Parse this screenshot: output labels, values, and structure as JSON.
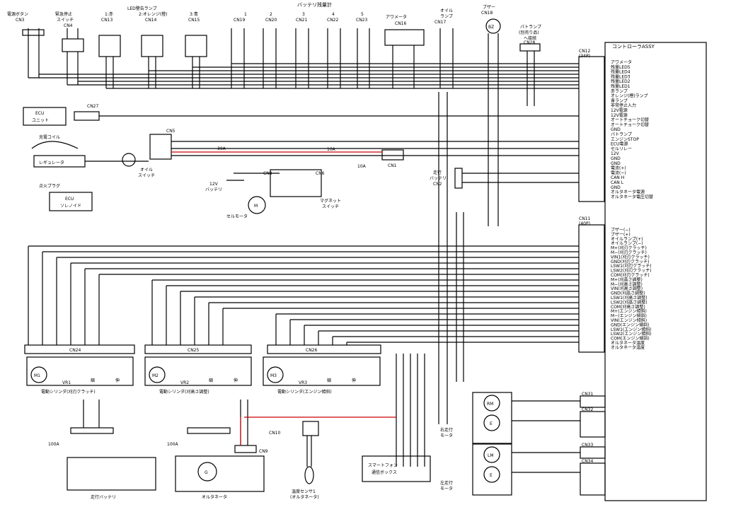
{
  "title": "バッテリ残量計",
  "top_labels": {
    "power_button": "電源ボタン",
    "cn3": "CN3",
    "estop": "緊急停止",
    "estop2": "スイッチ",
    "cn4": "CN4",
    "led_lamp": "LED警告ランプ",
    "led1": "1:赤",
    "led2": "2:オレンジ(橙)",
    "led3": "3:青",
    "cn13": "CN13",
    "cn14": "CN14",
    "cn15": "CN15",
    "b1": "1",
    "b2": "2",
    "b3": "3",
    "b4": "4",
    "b5": "5",
    "cn19": "CN19",
    "cn20": "CN20",
    "cn21": "CN21",
    "cn22": "CN22",
    "cn23": "CN23",
    "hour_meter": "アワメータ",
    "cn16": "CN16",
    "oil_lamp1": "オイル",
    "oil_lamp2": "ランプ",
    "cn17": "CN17",
    "buzzer": "ブザー",
    "cn18": "CN18",
    "bz": "BZ",
    "pato1": "パトランプ",
    "pato2": "(別売り品)",
    "pato3": "へ接続",
    "cn28": "CN28",
    "controller": "コントローラASSY",
    "cn12": "CN12",
    "cn12pins": "(34P)",
    "cn11": "CN11",
    "cn11pins": "(40P)"
  },
  "left_labels": {
    "ecu": "ECU",
    "ecu2": "ユニット",
    "cn27": "CN27",
    "charge_coil": "充電コイル",
    "regulator": "レギュレータ",
    "cn5": "CN5",
    "oil_sw1": "オイル",
    "oil_sw2": "スイッチ",
    "spark": "点火プラグ",
    "ecu_sol1": "ECU",
    "ecu_sol2": "ソレノイド",
    "fuse30": "30A",
    "v12": "12V",
    "battery": "バッテリ",
    "cn8": "CN8",
    "cn6": "CN6",
    "magnet1": "マグネット",
    "magnet2": "スイッチ",
    "starter": "セルモータ",
    "m": "M",
    "fuse10a": "10A",
    "fuse10b": "10A",
    "cn1": "CN1",
    "travel1": "走行",
    "travel2": "バッテリ",
    "cn2": "CN2"
  },
  "cn12_signals": [
    "アワメータ",
    "残量LED5",
    "残量LED4",
    "残量LED3",
    "残量LED2",
    "残量LED1",
    "赤ランプ",
    "オレンジ(橙)ランプ",
    "青ランプ",
    "非常停止入力",
    "12V電源",
    "12V電源",
    "オートチョーク切替",
    "オートチョーク切替",
    "GND",
    "パトランプ",
    "エンジンSTOP",
    "ECU電源",
    "セルリレー",
    "12V",
    "GND",
    "GND",
    "電流(+)",
    "電流(−)",
    "CAN H",
    "CAN L",
    "GND",
    "オルタネータ電源",
    "オルタネータ電圧切替"
  ],
  "cn11_signals": [
    "ブザー(−)",
    "ブザー(+)",
    "オイルランプ(+)",
    "オイルランプ(−)",
    "M+(刈刃クラッチ)",
    "M−(刈刃クラッチ)",
    "VIN1(刈刃クラッチ)",
    "GND(刈刃クラッチ)",
    "LSW1(刈刃クラッチ)",
    "LSW2(刈刃クラッチ)",
    "COM(刈刃クラッチ)",
    "M+(刈高さ調整)",
    "M−(刈高さ調整)",
    "VIN(刈高さ調整)",
    "GND(刈高さ調整)",
    "LSW1(刈高さ調整)",
    "LSW2(刈高さ調整)",
    "COM(刈高さ調整)",
    "M+(エンジン傾斜)",
    "M−(エンジン傾斜)",
    "VIN(エンジン傾斜)",
    "GND(エンジン傾斜)",
    "LSW1(エンジン傾斜)",
    "LSW2(エンジン傾斜)",
    "COM(エンジン傾斜)",
    "オルタネータ温度",
    "オルタネータ温度"
  ],
  "cylinders": [
    {
      "cn": "CN24",
      "motor": "M1",
      "vr": "VR1",
      "label": "電動シリンダ(刈刃クラッチ)"
    },
    {
      "cn": "CN25",
      "motor": "M2",
      "vr": "VR2",
      "label": "電動シリンダ(刈高さ調整)"
    },
    {
      "cn": "CN26",
      "motor": "M3",
      "vr": "VR3",
      "label": "電動シリンダ(エンジン傾斜)"
    }
  ],
  "cyl_small": {
    "shrink": "縮",
    "extend": "伸"
  },
  "bottom_labels": {
    "fuse100a": "100A",
    "fuse100b": "100A",
    "travel_batt": "走行バッテリ",
    "g": "G",
    "alternator": "オルタネータ",
    "cn9": "CN9",
    "cn10": "CN10",
    "temp_sensor1": "温度センサ1",
    "temp_sensor2": "(オルタネータ)",
    "smartphone1": "スマートフォン",
    "smartphone2": "通信ボックス",
    "right_motor1": "右走行",
    "right_motor2": "モータ",
    "left_motor1": "左走行",
    "left_motor2": "モータ",
    "rm": "RM",
    "lm": "LM",
    "e": "E",
    "cn31": "CN31",
    "cn32": "CN32",
    "cn33": "CN33",
    "cn34": "CN34"
  }
}
